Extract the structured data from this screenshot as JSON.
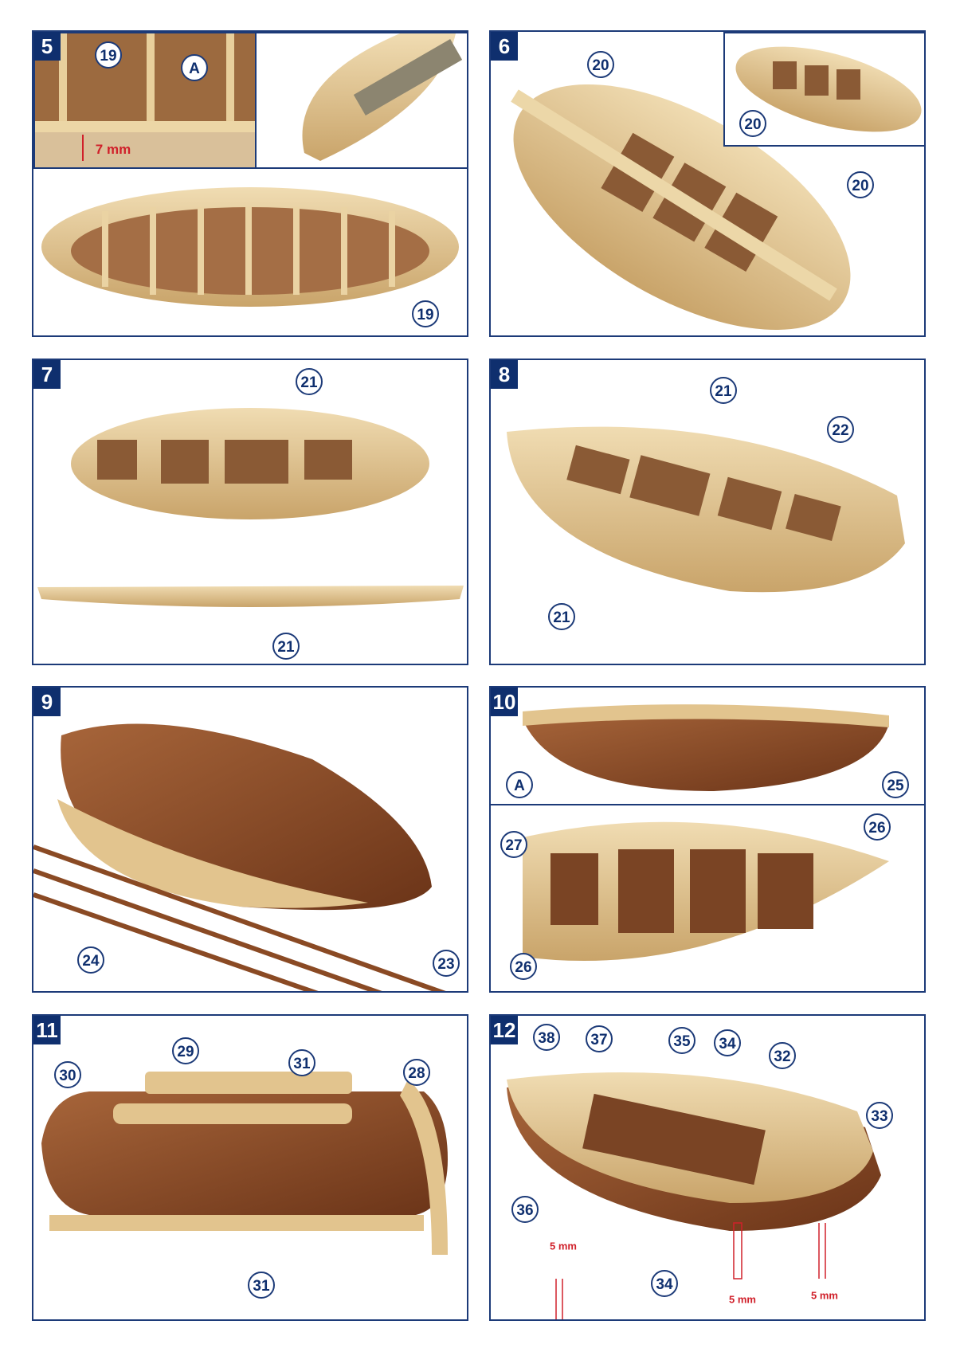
{
  "steps": [
    {
      "number": "5",
      "callouts": [
        "19",
        "A",
        "19"
      ],
      "dimension": "7 mm"
    },
    {
      "number": "6",
      "callouts": [
        "20",
        "20",
        "20"
      ]
    },
    {
      "number": "7",
      "callouts": [
        "21",
        "21"
      ]
    },
    {
      "number": "8",
      "callouts": [
        "21",
        "22",
        "21"
      ]
    },
    {
      "number": "9",
      "callouts": [
        "24",
        "23"
      ]
    },
    {
      "number": "10",
      "callouts": [
        "A",
        "25",
        "26",
        "27",
        "26"
      ]
    },
    {
      "number": "11",
      "callouts": [
        "30",
        "29",
        "31",
        "28",
        "31"
      ]
    },
    {
      "number": "12",
      "callouts": [
        "38",
        "37",
        "35",
        "34",
        "32",
        "33",
        "36",
        "34"
      ],
      "dimensions": [
        "5 mm",
        "5 mm",
        "5 mm"
      ]
    }
  ],
  "colors": {
    "frame": "#1c3a78",
    "label_bg": "#0f2f6e",
    "light_wood": "#e2c48e",
    "dark_wood": "#8a4a24",
    "dimension": "#d0202a"
  }
}
